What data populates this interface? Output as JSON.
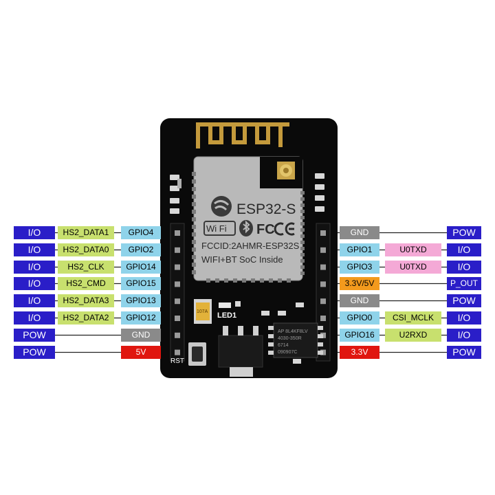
{
  "colors": {
    "type_io": "#2a1ec8",
    "type_pow": "#2a1ec8",
    "func": "#c8e06e",
    "gpio": "#8fd3ea",
    "uart": "#f4a9d6",
    "gnd": "#8a8a8a",
    "v5": "#e0160f",
    "v33_33v5v": "#f39a1d",
    "board": "#0a0a0a",
    "module": "#b8b8b8"
  },
  "module": {
    "brand": "ESP32-S",
    "wifi_label": "Wi Fi",
    "fcc_label": "FC",
    "fcc_id": "FCCID:2AHMR-ESP32S",
    "soc_line": "WIFI+BT SoC Inside"
  },
  "board": {
    "led_label": "LED1",
    "rst_label": "RST",
    "cap_text": "107A",
    "chip_text_1": "AP 8L4KF8LV",
    "chip_text_2": "4030-350R",
    "chip_text_3": "6714",
    "chip_text_4": "090907C"
  },
  "left_pins": [
    {
      "type": "I/O",
      "func": "HS2_DATA1",
      "pin": "GPIO4",
      "pin_kind": "gpio"
    },
    {
      "type": "I/O",
      "func": "HS2_DATA0",
      "pin": "GPIO2",
      "pin_kind": "gpio"
    },
    {
      "type": "I/O",
      "func": "HS2_CLK",
      "pin": "GPIO14",
      "pin_kind": "gpio"
    },
    {
      "type": "I/O",
      "func": "HS2_CMD",
      "pin": "GPIO15",
      "pin_kind": "gpio"
    },
    {
      "type": "I/O",
      "func": "HS2_DATA3",
      "pin": "GPIO13",
      "pin_kind": "gpio"
    },
    {
      "type": "I/O",
      "func": "HS2_DATA2",
      "pin": "GPIO12",
      "pin_kind": "gpio"
    },
    {
      "type": "POW",
      "func": "",
      "pin": "GND",
      "pin_kind": "gnd"
    },
    {
      "type": "POW",
      "func": "",
      "pin": "5V",
      "pin_kind": "v5"
    }
  ],
  "right_pins": [
    {
      "pin": "GND",
      "pin_kind": "gnd",
      "func": "",
      "type": "POW"
    },
    {
      "pin": "GPIO1",
      "pin_kind": "gpio",
      "func": "U0TXD",
      "type": "I/O"
    },
    {
      "pin": "GPIO3",
      "pin_kind": "gpio",
      "func": "U0TXD",
      "type": "I/O"
    },
    {
      "pin": "3.3V/5V",
      "pin_kind": "v33_33v5v",
      "func": "",
      "type": "P_OUT"
    },
    {
      "pin": "GND",
      "pin_kind": "gnd",
      "func": "",
      "type": "POW"
    },
    {
      "pin": "GPIO0",
      "pin_kind": "gpio",
      "func": "CSI_MCLK",
      "type": "I/O"
    },
    {
      "pin": "GPIO16",
      "pin_kind": "gpio",
      "func": "U2RXD",
      "type": "I/O"
    },
    {
      "pin": "3.3V",
      "pin_kind": "v5",
      "func": "",
      "type": "POW"
    }
  ]
}
